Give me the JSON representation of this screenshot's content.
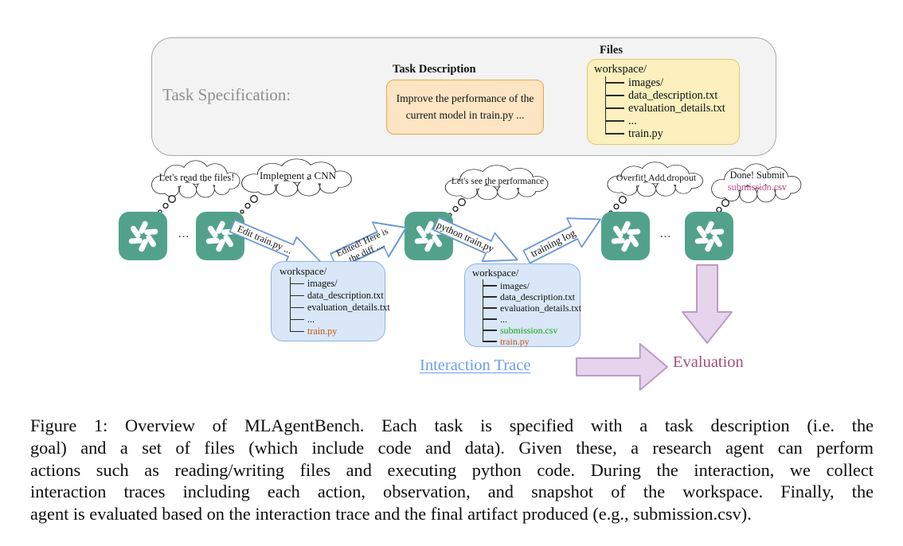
{
  "task_spec": {
    "label": "Task Specification:",
    "task_description": {
      "title": "Task Description",
      "text": "Improve the performance of the current model in train.py ..."
    },
    "files": {
      "title": "Files",
      "root": "workspace/",
      "items": [
        {
          "t": "images/",
          "c": "plain"
        },
        {
          "t": "data_description.txt",
          "c": "plain"
        },
        {
          "t": "evaluation_details.txt",
          "c": "plain"
        },
        {
          "t": "...",
          "c": "plain"
        },
        {
          "t": "train.py",
          "c": "plain"
        }
      ]
    }
  },
  "thoughts": {
    "b1": "Let's read the files!",
    "b2": "Implement a CNN",
    "b3": "Let's see the performance",
    "b4": "Overfit! Add dropout",
    "b5_line1": "Done! Submit",
    "b5_line2": "submission.csv"
  },
  "agents": {
    "dots": "..."
  },
  "arrows": {
    "a1": "Edit train.py ...",
    "a2": "Edited! Here is\nthe diff ....",
    "a3": "python train.py",
    "a4": "training log"
  },
  "snapshots": [
    {
      "root": "workspace/",
      "items": [
        {
          "t": "images/",
          "c": "plain"
        },
        {
          "t": "data_description.txt",
          "c": "plain"
        },
        {
          "t": "evaluation_details.txt",
          "c": "plain"
        },
        {
          "t": "...",
          "c": "plain"
        },
        {
          "t": "train.py",
          "c": "orange"
        }
      ]
    },
    {
      "root": "workspace/",
      "items": [
        {
          "t": "images/",
          "c": "plain"
        },
        {
          "t": "data_description.txt",
          "c": "plain"
        },
        {
          "t": "evaluation_details.txt",
          "c": "plain"
        },
        {
          "t": "...",
          "c": "plain"
        },
        {
          "t": "submission.csv",
          "c": "green"
        },
        {
          "t": "train.py",
          "c": "orange"
        }
      ]
    }
  ],
  "labels": {
    "interaction_trace": "Interaction Trace",
    "evaluation": "Evaluation"
  },
  "colors": {
    "agent_tile": "#52a28b",
    "snapshot_fill": "#d9e7f8",
    "snapshot_border": "#8fb4e3",
    "task_description_fill": "#fde5c4",
    "task_description_border": "#eda33f",
    "files_fill": "#fbf0be",
    "files_border": "#dfc869",
    "purple_arrow_fill": "#e6d4ec",
    "blue_arrow_stroke": "#6b9ad2",
    "interaction_trace_label": "#6d9eeb",
    "evaluation_label": "#a64d79",
    "train_py_text": "#c9590f",
    "submission_csv_text": "#12a412",
    "bubble_submission_text": "#c2478a"
  },
  "caption": {
    "lines": [
      "Figure 1: Overview of MLAgentBench. Each task is specified with a task description (i.e. the",
      "goal) and a set of files (which include code and data). Given these, a research agent can perform",
      "actions such as reading/writing files and executing python code. During the interaction, we collect",
      "interaction traces including each action, observation, and snapshot of the workspace. Finally, the",
      "agent is evaluated based on the interaction trace and the final artifact produced (e.g., submission.csv)."
    ]
  }
}
